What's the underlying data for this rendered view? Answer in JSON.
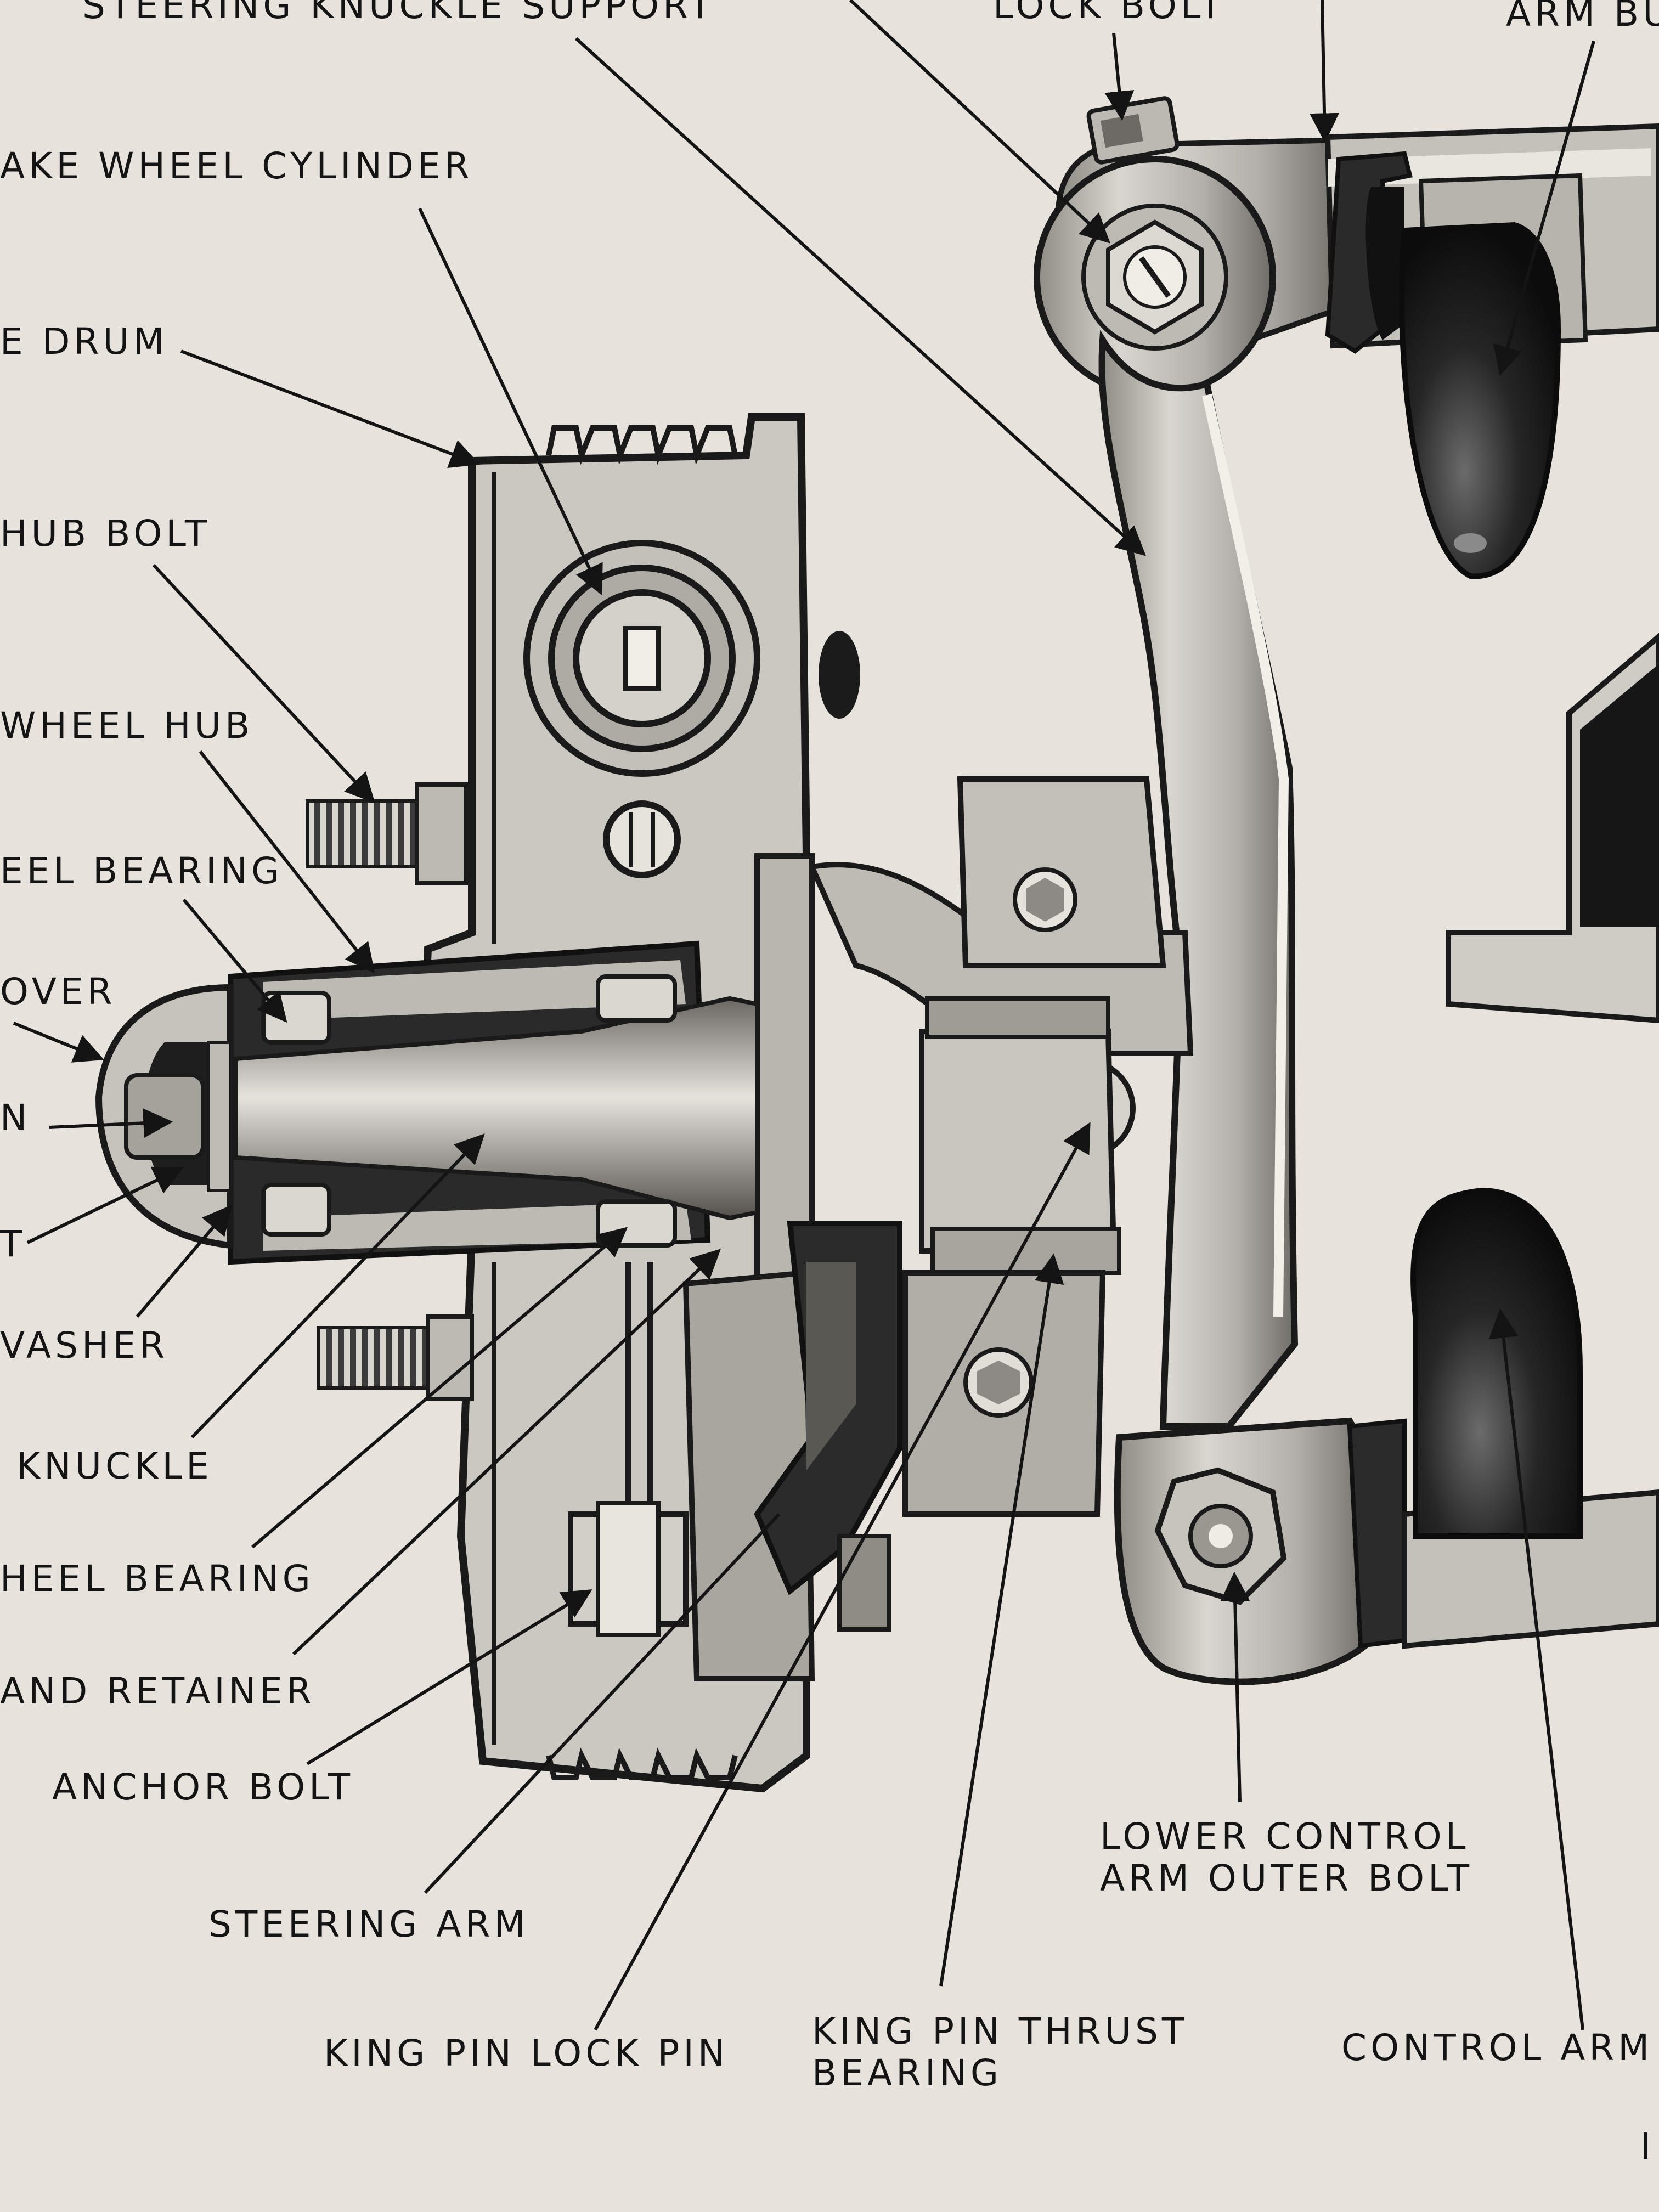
{
  "diagram": {
    "palette": {
      "paper": "#e7e3dc",
      "ink": "#141414",
      "metal_light": "#c9c6c0",
      "metal_mid": "#9e9b95",
      "metal_dark": "#3a3a3a",
      "rubber": "#1b1b1b"
    },
    "labels": {
      "steering_knuckle_support": "STEERING KNUCKLE SUPPORT",
      "lock_bolt": "LOCK BOLT",
      "arm_bushing": "ARM BU",
      "brake_wheel_cylinder": "AKE WHEEL CYLINDER",
      "brake_drum": "E DRUM",
      "hub_bolt": "HUB BOLT",
      "wheel_hub": "WHEEL HUB",
      "outer_wheel_bearing": "EEL BEARING",
      "hub_cover": "OVER",
      "cotter_pin": "N",
      "nut": "T",
      "washer": "VASHER",
      "steering_knuckle": "KNUCKLE",
      "inner_wheel_bearing": "HEEL BEARING",
      "seal_and_retainer": "AND RETAINER",
      "anchor_bolt": "ANCHOR BOLT",
      "steering_arm": "STEERING ARM",
      "king_pin_lock_pin": "KING PIN LOCK PIN",
      "king_pin_thrust_bearing_1": "KING PIN THRUST",
      "king_pin_thrust_bearing_2": "BEARING",
      "lower_control_arm_outer_bolt_1": "LOWER CONTROL",
      "lower_control_arm_outer_bolt_2": "ARM OUTER BOLT",
      "control_arm": "CONTROL ARM",
      "page_fragment": "I"
    }
  }
}
